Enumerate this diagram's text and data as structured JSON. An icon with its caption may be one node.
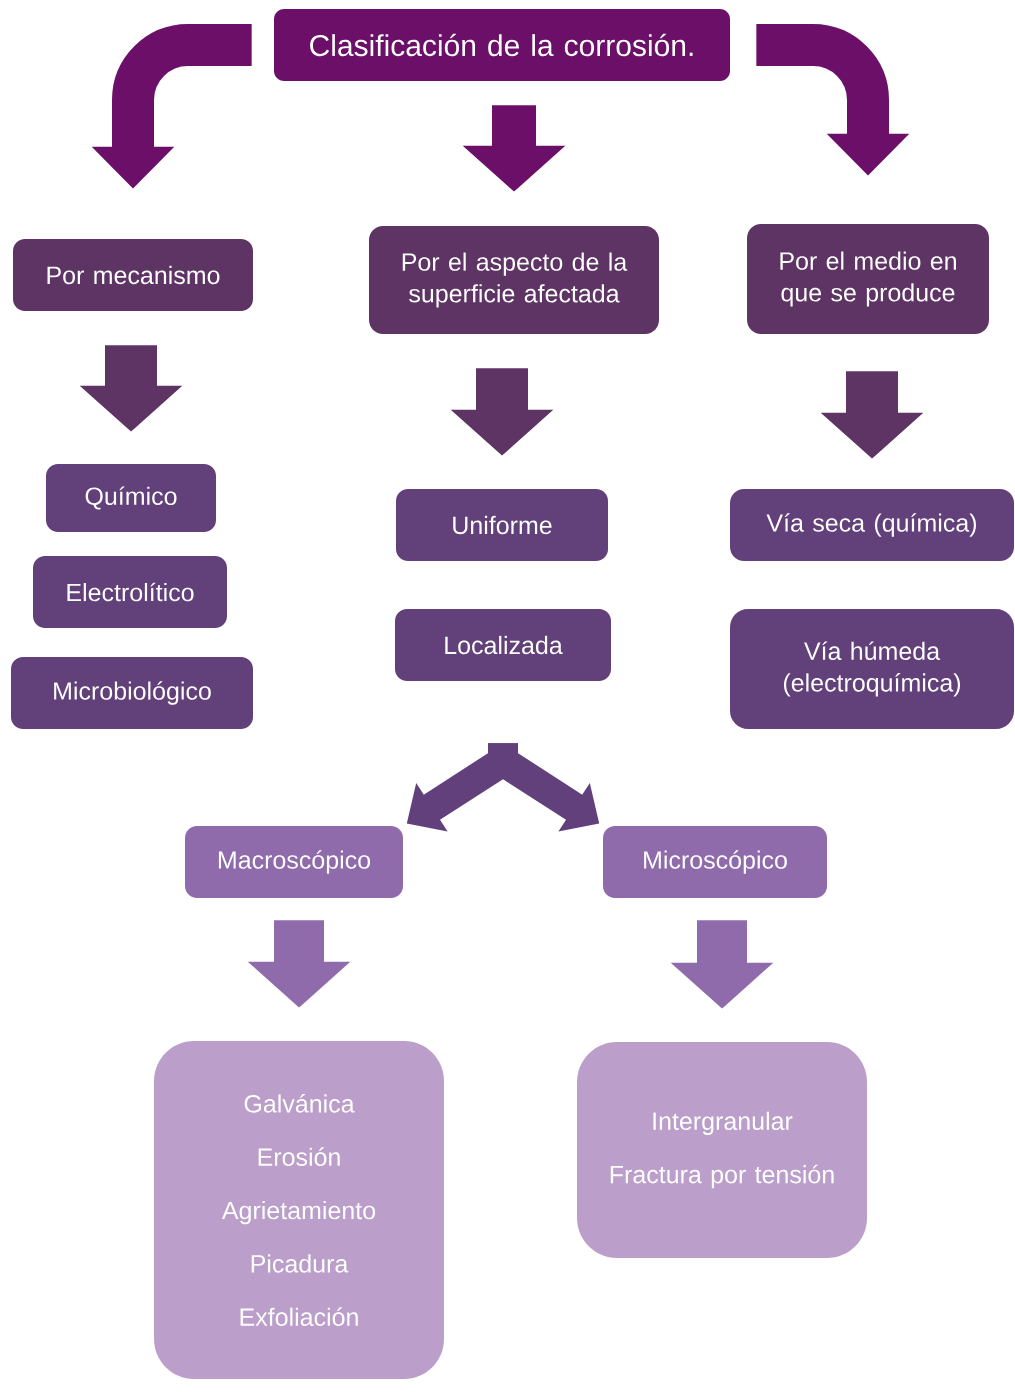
{
  "diagram": {
    "nodes": [
      {
        "text": [
          "Clasificación de la corrosión."
        ]
      },
      {
        "text": [
          "Por mecanismo"
        ]
      },
      {
        "text": [
          "Por el aspecto de la superficie afectada"
        ]
      },
      {
        "text": [
          "Por el medio en que se produce"
        ]
      },
      {
        "text": [
          "Químico"
        ]
      },
      {
        "text": [
          "Electrolítico"
        ]
      },
      {
        "text": [
          "Microbiológico"
        ]
      },
      {
        "text": [
          "Uniforme"
        ]
      },
      {
        "text": [
          "Localizada"
        ]
      },
      {
        "text": [
          "Vía seca (química)"
        ]
      },
      {
        "text": [
          "Vía húmeda (electroquímica)"
        ]
      },
      {
        "text": [
          "Macroscópico"
        ]
      },
      {
        "text": [
          "Microscópico"
        ]
      },
      {
        "text": [
          "Galvánica",
          "Erosión",
          "Agrietamiento",
          "Picadura",
          "Exfoliación"
        ]
      },
      {
        "text": [
          "Intergranular",
          "Fractura por tensión"
        ]
      }
    ],
    "edges": [
      {
        "from": 0,
        "to": 1,
        "arrow": "to",
        "color": "#6b0f68"
      },
      {
        "from": 0,
        "to": 2,
        "arrow": "to",
        "color": "#6b0f68"
      },
      {
        "from": 0,
        "to": 3,
        "arrow": "to",
        "color": "#6b0f68"
      },
      {
        "from": 1,
        "to": 4,
        "arrow": "to",
        "color": "#5e3465"
      },
      {
        "from": 2,
        "to": 7,
        "arrow": "to",
        "color": "#5e3465"
      },
      {
        "from": 3,
        "to": 9,
        "arrow": "to",
        "color": "#5e3465"
      },
      {
        "from": 8,
        "to": 11,
        "arrow": "to",
        "color": "#61407c"
      },
      {
        "from": 8,
        "to": 12,
        "arrow": "to",
        "color": "#61407c"
      },
      {
        "from": 11,
        "to": 13,
        "arrow": "to",
        "color": "#8f6bab"
      },
      {
        "from": 12,
        "to": 14,
        "arrow": "to",
        "color": "#8f6bab"
      }
    ]
  }
}
